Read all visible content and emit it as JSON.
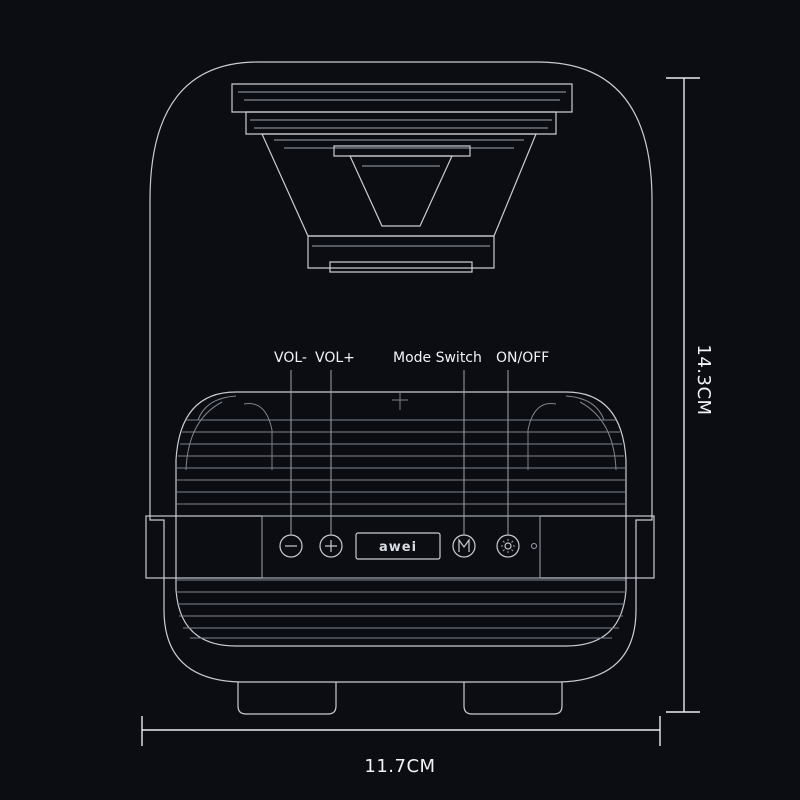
{
  "labels": {
    "vol_minus": "VOL-",
    "vol_plus": "VOL+",
    "mode_switch": "Mode Switch",
    "power": "ON/OFF"
  },
  "brand_logo_text": "awei",
  "dimensions": {
    "width": "11.7CM",
    "height": "14.3CM"
  },
  "buttons": {
    "vol_minus_icon": "minus-icon",
    "vol_plus_icon": "plus-icon",
    "mode_icon": "m-letter-icon",
    "power_icon": "power-sun-icon"
  },
  "colors": {
    "background": "#0b0d12",
    "line": "#c9ccd3",
    "text": "#f2f3f6"
  }
}
